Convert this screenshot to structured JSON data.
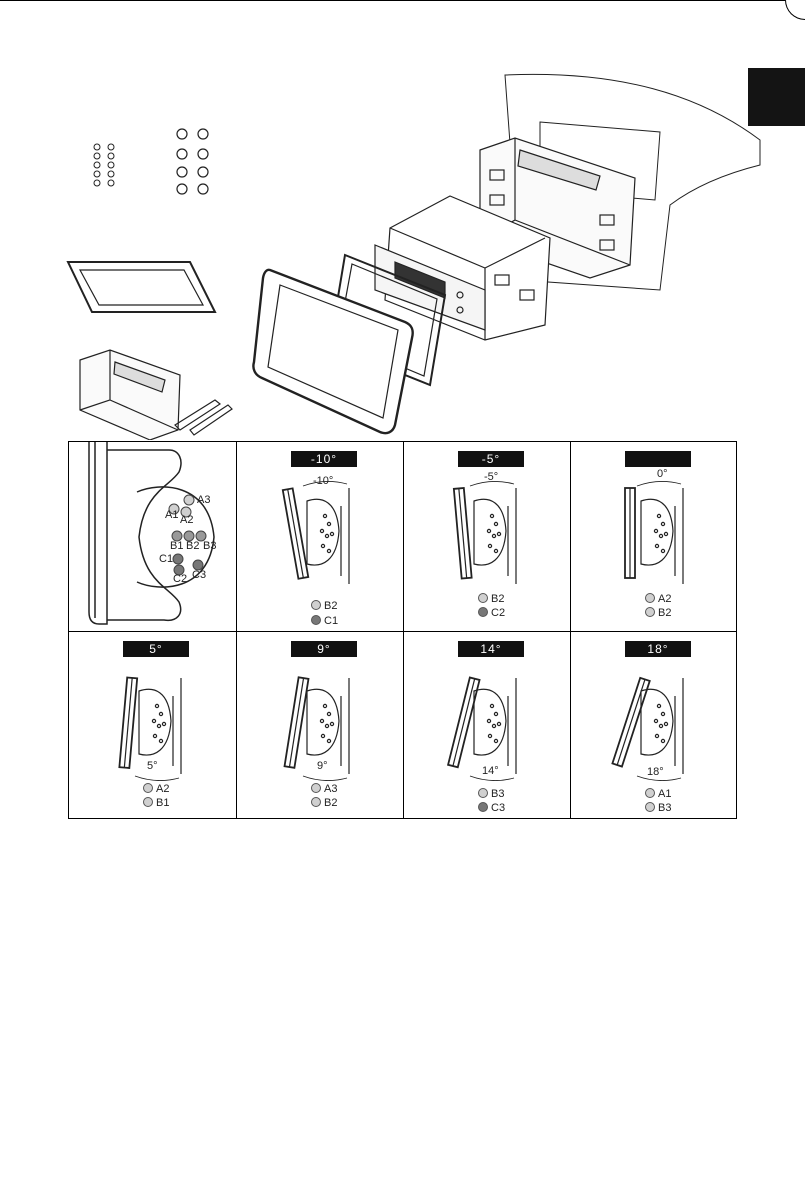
{
  "tab_color": "#141414",
  "detail": {
    "positions": [
      "A1",
      "A2",
      "A3",
      "B1",
      "B2",
      "B3",
      "C1",
      "C2",
      "C3"
    ]
  },
  "angles": [
    {
      "badge": "-10°",
      "angle_label": "-10°",
      "legend": [
        "B2",
        "C1"
      ],
      "tilt": -10
    },
    {
      "badge": "-5°",
      "angle_label": "-5°",
      "legend": [
        "B2",
        "C2"
      ],
      "tilt": -5
    },
    {
      "badge": "",
      "angle_label": "0°",
      "legend": [
        "A2",
        "B2"
      ],
      "tilt": 0
    },
    {
      "badge": "5°",
      "angle_label": "5°",
      "legend": [
        "A2",
        "B1"
      ],
      "tilt": 5
    },
    {
      "badge": "9°",
      "angle_label": "9°",
      "legend": [
        "A3",
        "B2"
      ],
      "tilt": 9
    },
    {
      "badge": "14°",
      "angle_label": "14°",
      "legend": [
        "B3",
        "C3"
      ],
      "tilt": 14
    },
    {
      "badge": "18°",
      "angle_label": "18°",
      "legend": [
        "A1",
        "B3"
      ],
      "tilt": 18
    }
  ]
}
